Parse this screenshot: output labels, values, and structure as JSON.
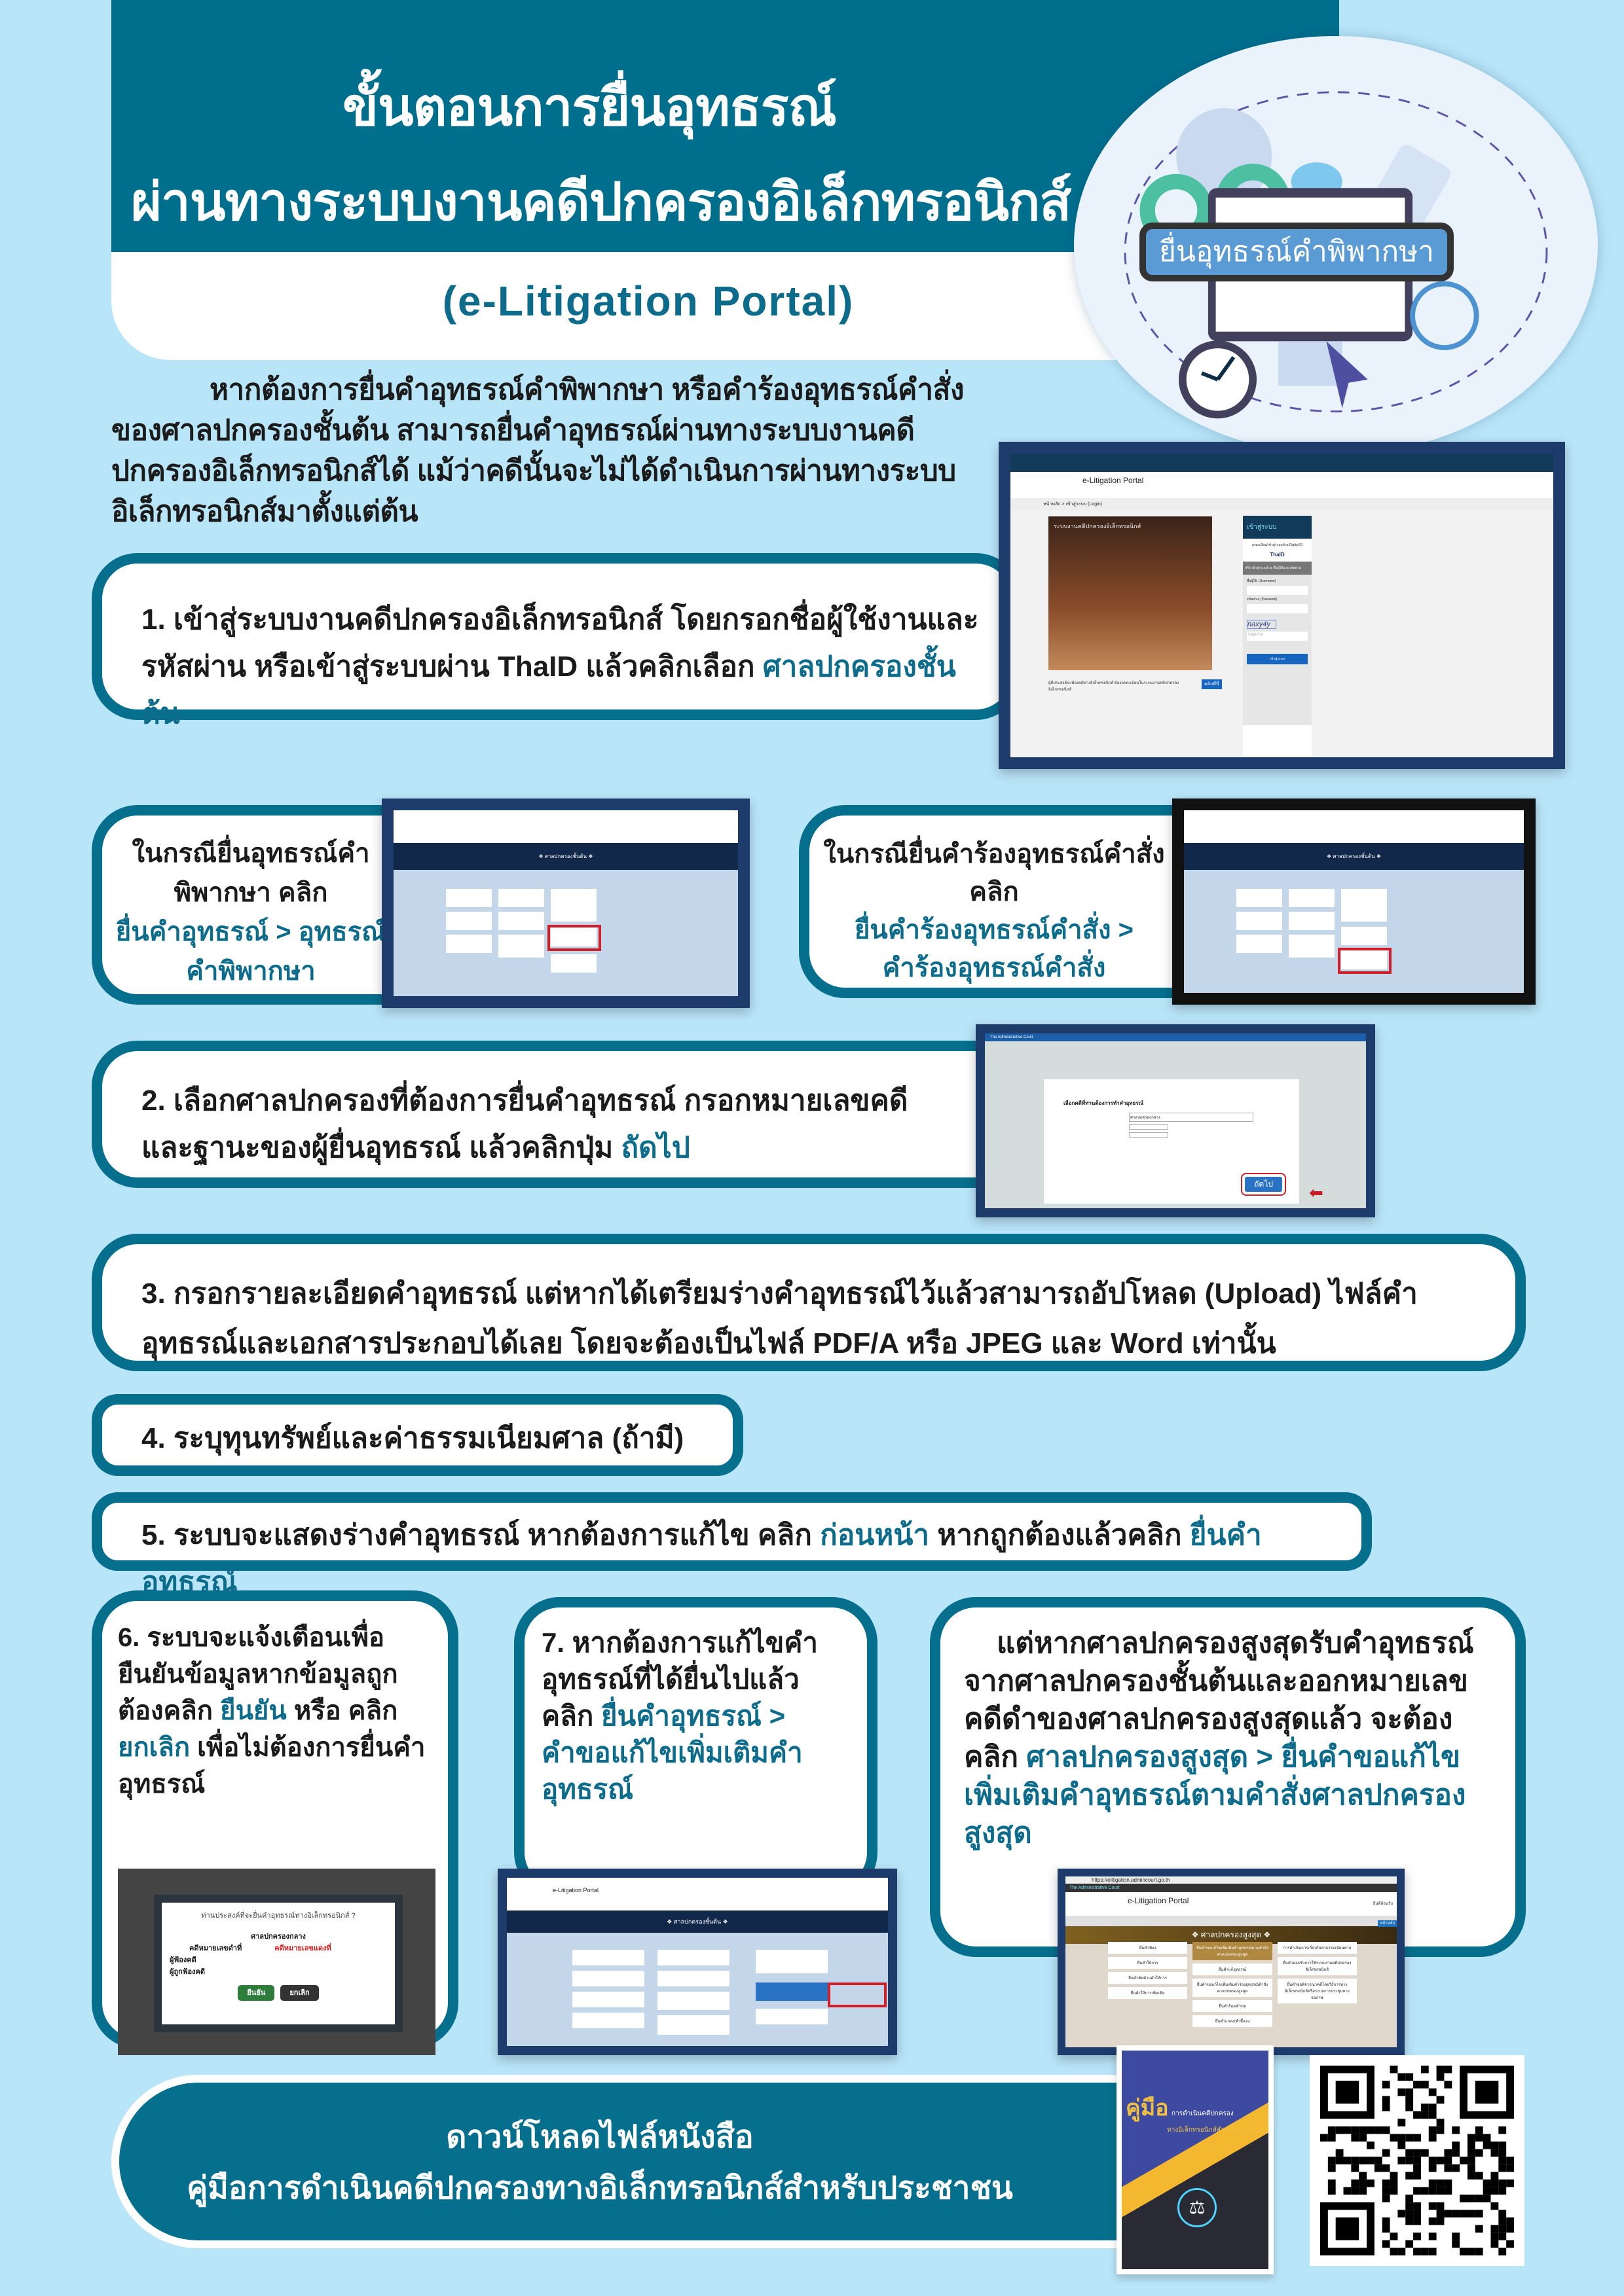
{
  "header": {
    "title_line1": "ขั้นตอนการยื่นอุทธรณ์",
    "title_line2": "ผ่านทางระบบงานคดีปกครองอิเล็กทรอนิกส์",
    "subtitle": "(e-Litigation Portal)",
    "illustration_label": "ยื่นอุทธรณ์คำพิพากษา"
  },
  "intro": "หากต้องการยื่นคำอุทธรณ์คำพิพากษา หรือคำร้องอุทธรณ์คำสั่งของศาลปกครองชั้นต้น สามารถยื่นคำอุทธรณ์ผ่านทางระบบงานคดีปกครองอิเล็กทรอนิกส์ได้ แม้ว่าคดีนั้นจะไม่ได้ดำเนินการผ่านทางระบบอิเล็กทรอนิกส์มาตั้งแต่ต้น",
  "step1": {
    "text": "1. เข้าสู่ระบบงานคดีปกครองอิเล็กทรอนิกส์  โดยกรอกชื่อผู้ใช้งานและรหัสผ่าน  หรือเข้าสู่ระบบผ่าน ThaID แล้วคลิกเลือก ",
    "highlight": "ศาลปกครองชั้นต้น"
  },
  "login_shot": {
    "portal": "e-Litigation Portal",
    "portal_sub": "ระบบงานคดีปกครองอิเล็กทรอนิกส์",
    "breadcrumb": "หน้าหลัก > เข้าสู่ระบบ (Login)",
    "banner": "ระบบงานคดีปกครองอิเล็กทรอนิกส์",
    "login_title": "เข้าสู่ระบบ",
    "digital_id": "ลงทะเบียน/เข้าสู่ระบบด้วย Digital ID",
    "thaid": "ThaID",
    "or_user": "หรือ เข้าสู่ระบบด้วย ชื่อผู้ใช้และรหัสผ่าน",
    "username": "ชื่อผู้ใช้: (Username)",
    "password": "รหัสผ่าน: (Password)",
    "captcha_img": "naxy4y",
    "captcha_ph": "Captcha",
    "login_btn": "เข้าสู่ระบบ",
    "register": "ผู้ที่ประสงค์จะฟ้องคดีทางอิเล็กทรอนิกส์ ต้องลงทะเบียนในระบบงานคดีปกครองอิเล็กทรอนิกส์",
    "click_here": "คลิกที่นี่"
  },
  "case_judgment": {
    "line1": "ในกรณียื่นอุทธรณ์คำพิพากษา คลิก",
    "path": "ยื่นคำอุทธรณ์ > อุทธรณ์คำพิพากษา"
  },
  "case_order": {
    "line1": "ในกรณียื่นคำร้องอุทธรณ์คำสั่ง คลิก",
    "path": "ยื่นคำร้องอุทธรณ์คำสั่ง > คำร้องอุทธรณ์คำสั่ง"
  },
  "court_menu_title": "❖ ศาลปกครองชั้นต้น ❖",
  "step2": {
    "text": "2. เลือกศาลปกครองที่ต้องการยื่นคำอุทธรณ์ กรอกหมายเลขคดี และฐานะของผู้ยื่นอุทธรณ์ แล้วคลิกปุ่ม ",
    "highlight": "ถัดไป"
  },
  "form_shot": {
    "heading": "เลือกคดีที่ท่านต้องการทำคำอุทธรณ์",
    "court": "ศาลปกครองกลาง",
    "next": "ถัดไป",
    "site": "The Administrative Court"
  },
  "step3": "3. กรอกรายละเอียดคำอุทธรณ์ แต่หากได้เตรียมร่างคำอุทธรณ์ไว้แล้วสามารถอัปโหลด (Upload) ไฟล์คำอุทธรณ์และเอกสารประกอบได้เลย โดยจะต้องเป็นไฟล์ PDF/A หรือ JPEG และ Word เท่านั้น",
  "step4": "4. ระบุทุนทรัพย์และค่าธรรมเนียมศาล (ถ้ามี)",
  "step5": {
    "a": "5. ระบบจะแสดงร่างคำอุทธรณ์ หากต้องการแก้ไข คลิก ",
    "h1": "ก่อนหน้า",
    "b": " หากถูกต้องแล้วคลิก ",
    "h2": "ยื่นคำอุทธรณ์"
  },
  "step6": {
    "a": "6. ระบบจะแจ้งเตือนเพื่อยืนยันข้อมูลหากข้อมูลถูกต้องคลิก ",
    "h1": "ยืนยัน",
    "b": " หรือ คลิก ",
    "h2": "ยกเลิก",
    "c": " เพื่อไม่ต้องการยื่นคำอุทธรณ์"
  },
  "dialog": {
    "question": "ท่านประสงค์ที่จะยื่นคำอุทธรณ์ทางอิเล็กทรอนิกส์ ?",
    "court": "ศาลปกครองกลาง",
    "black_no": "คดีหมายเลขดำที่",
    "red_no": "คดีหมายเลขแดงที่",
    "plaintiff": "ผู้ฟ้องคดี",
    "defendant": "ผู้ถูกฟ้องคดี",
    "confirm": "ยืนยัน",
    "cancel": "ยกเลิก"
  },
  "step7": {
    "a": "7. หากต้องการแก้ไขคำอุทธรณ์ที่ได้ยื่นไปแล้ว คลิก ",
    "h": "ยื่นคำอุทธรณ์ > คำขอแก้ไขเพิ่มเติมคำอุทธรณ์"
  },
  "step8": {
    "a": "แต่หากศาลปกครองสูงสุดรับคำอุทธรณ์จากศาลปกครองชั้นต้นและออกหมายเลขคดีดำของศาลปกครองสูงสุดแล้ว จะต้องคลิก ",
    "h": "ศาลปกครองสูงสุด > ยื่นคำขอแก้ไขเพิ่มเติมคำอุทธรณ์ตามคำสั่งศาลปกครองสูงสุด"
  },
  "supreme_shot": {
    "url": "https://elitigation.admincourt.go.th",
    "site": "The Administrative Court",
    "portal": "e-Litigation Portal",
    "welcome": "ยินดีต้อนรับ",
    "home": "หน้าหลัก",
    "title": "❖ ศาลปกครองสูงสุด ❖",
    "col1": [
      "ยื่นคำฟ้อง",
      "ยื่นคำให้การ",
      "ยื่นคำคัดค้านคำให้การ",
      "ยื่นคำให้การเพิ่มเติม"
    ],
    "col2": [
      "ยื่นคำขอแก้ไขเพิ่มเติมคำอุทธรณ์ตามคำสั่งศาลปกครองสูงสุด",
      "ยื่นคำแก้อุทธรณ์",
      "ยื่นคำขอแก้ไขเพิ่มเติมคำร้องอุทธรณ์คำสั่งศาลปกครองสูงสุด",
      "ยื่นคำร้อง/คำขอ",
      "ยื่นคำแถลง/คำชี้แจง"
    ],
    "col3": [
      "การดำเนินการเกี่ยวกับค่าธรรมเนียมศาล",
      "ยื่นคำตอบรับการใช้ระบบงานคดีปกครองอิเล็กทรอนิกส์",
      "ยื่นคำขอพิจารณาคดีโดยวิธีการทางอิเล็กทรอนิกส์หรือระบบการประชุมทางจอภาพ"
    ]
  },
  "download": {
    "line1": "ดาวน์โหลดไฟล์หนังสือ",
    "line2": "คู่มือการดำเนินคดีปกครองทางอิเล็กทรอนิกส์สำหรับประชาชน"
  },
  "book": {
    "title_big": "คู่มือ",
    "title_small": "การดำเนินคดีปกครอง",
    "title_sub": "ทางอิเล็กทรอนิกส์สำหรับประชาชน"
  },
  "colors": {
    "teal": "#066f8d",
    "bg": "#b9e5f8",
    "highlight": "#0d6c8c"
  }
}
